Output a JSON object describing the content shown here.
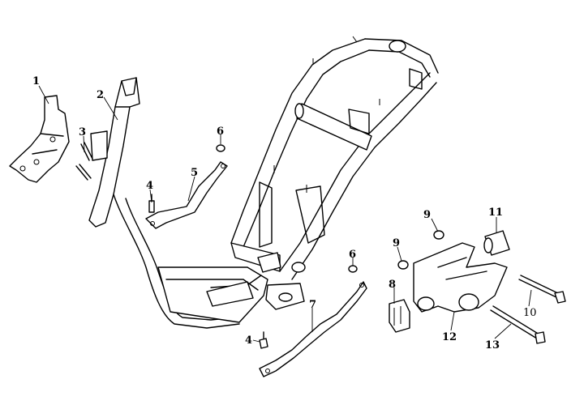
{
  "callouts": {
    "c1": "1",
    "c2": "2",
    "c3": "3",
    "c4a": "4",
    "c4b": "4",
    "c5": "5",
    "c6a": "6",
    "c6b": "6",
    "c7": "7",
    "c8": "8",
    "c9a": "9",
    "c9b": "9",
    "c10": "10",
    "c11": "11",
    "c12": "12",
    "c13": "13"
  }
}
